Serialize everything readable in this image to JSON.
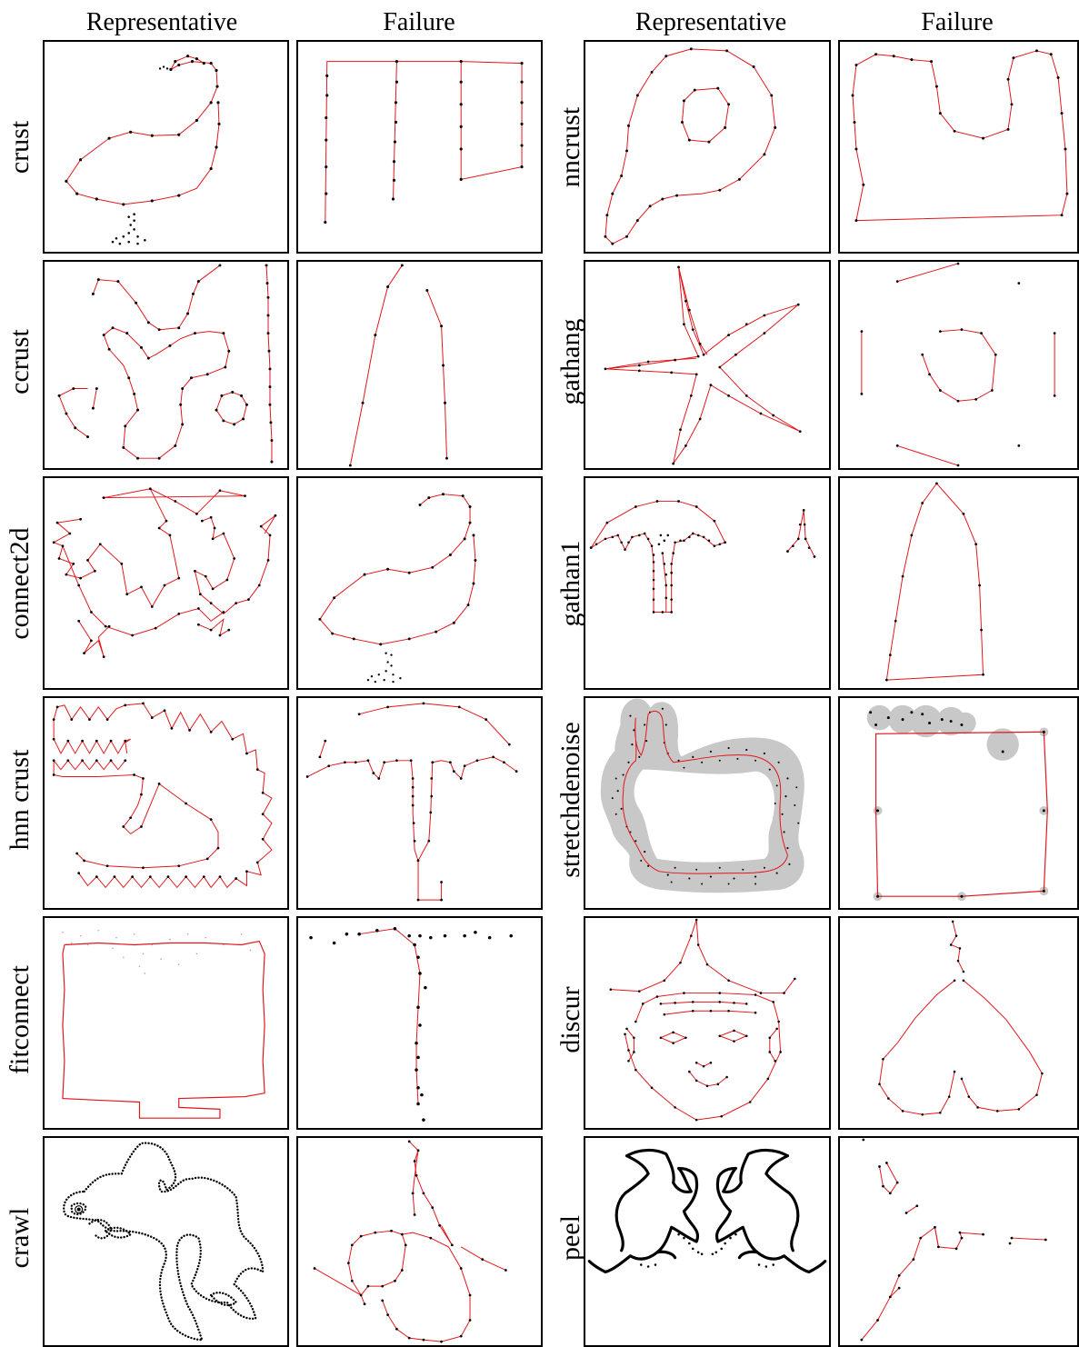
{
  "column_headers": {
    "left_representative": "Representative",
    "left_failure": "Failure",
    "right_representative": "Representative",
    "right_failure": "Failure"
  },
  "methods": {
    "crust": "crust",
    "ccrust": "ccrust",
    "connect2d": "connect2d",
    "hnn_crust": "hnn crust",
    "fitconnect": "fitconnect",
    "crawl": "crawl",
    "nncrust": "nncrust",
    "gathang": "gathang",
    "gathan1": "gathan1",
    "stretchdenoise": "stretchdenoise",
    "discur": "discur",
    "peel": "peel"
  },
  "colors": {
    "edge": "#e0161b",
    "point": "#000000",
    "noise_region": "#c8c8c8",
    "border": "#000000"
  }
}
